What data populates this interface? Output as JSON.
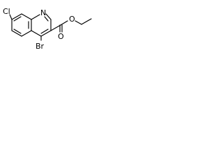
{
  "molecule": {
    "atoms": {
      "cl": "Cl",
      "n": "N",
      "br": "Br",
      "carbonyl_o": "O",
      "ester_o": "O"
    }
  }
}
